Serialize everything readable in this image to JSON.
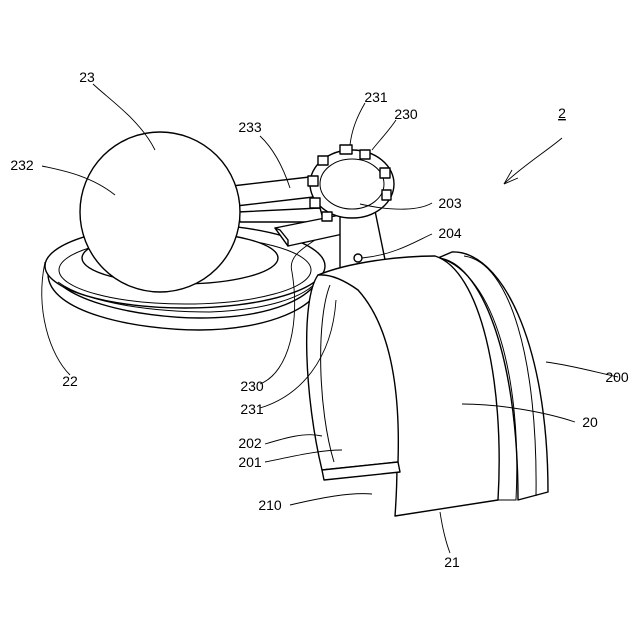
{
  "figure": {
    "labels": {
      "l_2": "2",
      "l_23": "23",
      "l_232": "232",
      "l_233": "233",
      "l_231_top": "231",
      "l_230_top": "230",
      "l_203": "203",
      "l_204": "204",
      "l_22": "22",
      "l_230_bottom": "230",
      "l_231_bottom": "231",
      "l_200": "200",
      "l_20": "20",
      "l_202": "202",
      "l_201": "201",
      "l_210": "210",
      "l_21": "21"
    }
  }
}
